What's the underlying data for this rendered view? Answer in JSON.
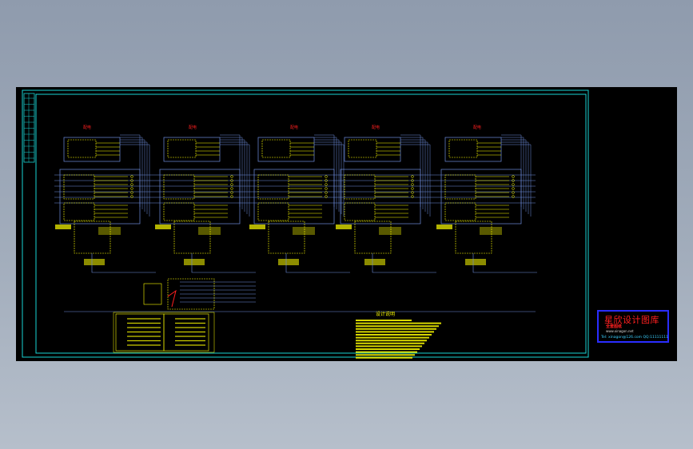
{
  "stamp": {
    "title": "星欣设计图库",
    "subtitle": "全套图纸",
    "small_text": "www.xinagon.net",
    "url": "Tel: xinagon@126.com  QQ:11111111"
  },
  "drawing": {
    "top_titles": [
      "配电",
      "配电",
      "配电",
      "配电",
      "配电"
    ],
    "notes_heading": "设计说明"
  },
  "colors": {
    "background": "#000000",
    "frame": "#19d4d4",
    "wire": "#6f8fe0",
    "label": "#ffff00",
    "accent": "#ff2020",
    "stamp_border": "#2a2dff"
  }
}
